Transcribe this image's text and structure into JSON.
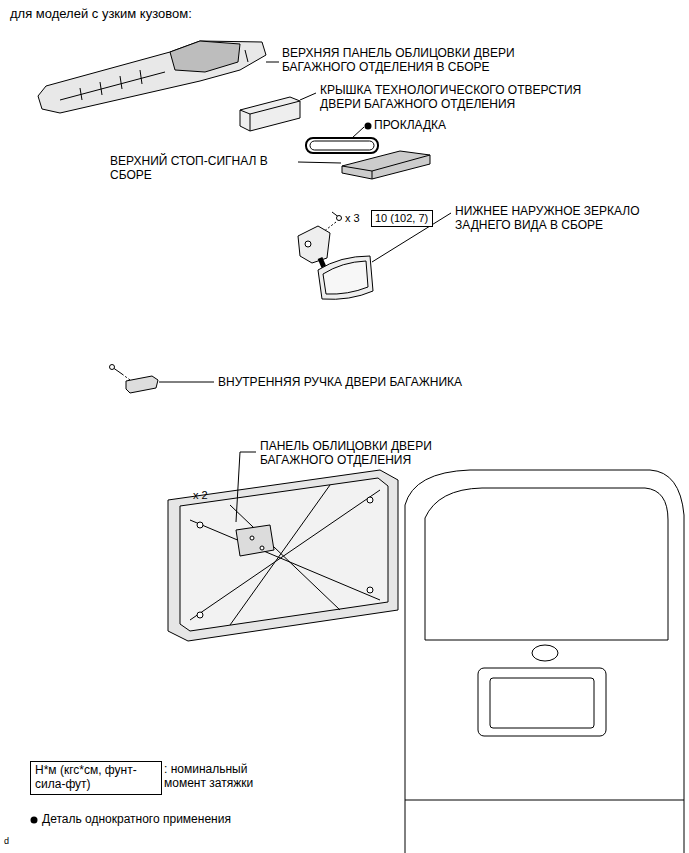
{
  "diagram": {
    "title": "для моделей с узким кузовом:",
    "nodes": [
      {
        "text": [
          "10 (102, 7)"
        ]
      },
      {
        "text": [
          "Н*м (кгс*см, фунт-сила-фут)"
        ]
      }
    ],
    "labels": [
      "ВЕРХНЯЯ ПАНЕЛЬ ОБЛИЦОВКИ ДВЕРИ БАГАЖНОГО ОТДЕЛЕНИЯ В СБОРЕ",
      "КРЫШКА ТЕХНОЛОГИЧЕСКОГО ОТВЕРСТИЯ ДВЕРИ БАГАЖНОГО ОТДЕЛЕНИЯ",
      "ПРОКЛАДКА",
      "ВЕРХНИЙ СТОП-СИГНАЛ В СБОРЕ",
      "x 3",
      "НИЖНЕЕ НАРУЖНОЕ ЗЕРКАЛО ЗАДНЕГО ВИДА В СБОРЕ",
      "ВНУТРЕННЯЯ РУЧКА ДВЕРИ БАГАЖНИКА",
      "ПАНЕЛЬ ОБЛИЦОВКИ ДВЕРИ БАГАЖНОГО ОТДЕЛЕНИЯ",
      "x 2",
      ": номинальный момент затяжки",
      "d"
    ],
    "legend": [
      {
        "text": "Деталь однократного применения"
      }
    ]
  }
}
